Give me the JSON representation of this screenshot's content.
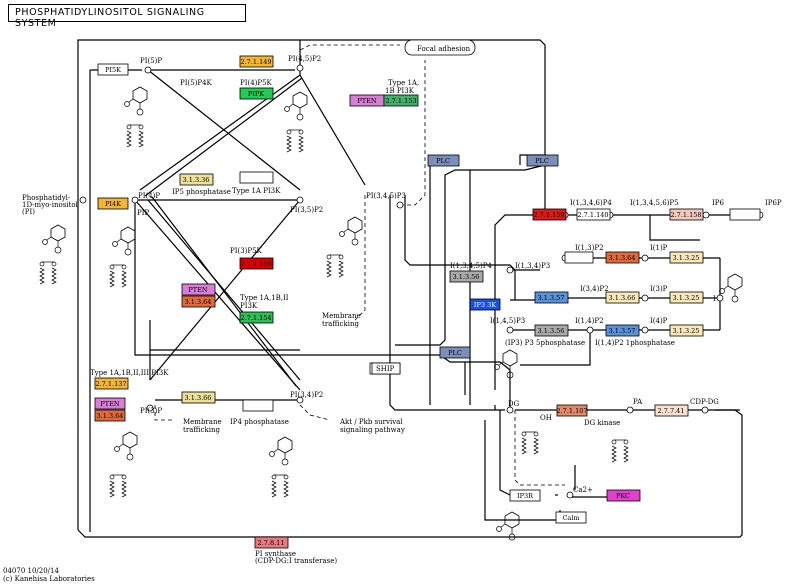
{
  "title": "PHOSPHATIDYLINOSITOL SIGNALING SYSTEM",
  "footer": {
    "code": "04070 10/20/14",
    "copyright": "(c) Kanehisa Laboratories"
  },
  "labels": {
    "pi5p": "PI(5)P",
    "pi45p2": "PI(4,5)P2",
    "focal_adhesion": "Focal adhesion",
    "pi5p4k": "PI(5)P4K",
    "pi4p5k": "PI(4)P5K",
    "type1a_1b": "Type 1A,",
    "type1a_1b_2": "1B PI3K",
    "ip5_phosphatase": "IP5 phosphatase",
    "type1a_pi3k": "Type 1A PI3K",
    "pi35p2": "PI(3,5)P2",
    "pi345p3": "PI(3,4,5)P3",
    "phosphatidyl_1": "Phosphatidyl-",
    "phosphatidyl_2": "1D-myo-inositol",
    "phosphatidyl_3": "(PI)",
    "pi4p": "PI(4)P",
    "pip": "PIP",
    "pi3p5k": "PI(3)P5K",
    "type1a1b2_1": "Type 1A,1B,II",
    "type1a1b2_2": "PI3K",
    "membrane_trafficking": "Membrane",
    "membrane_trafficking_2": "trafficking",
    "ship": "SHIP",
    "type_long": "Type 1A,1B,II,III PI3K",
    "pi3p": "PI(3)P",
    "pi34p2": "PI(3,4)P2",
    "ip4_phosphatase": "IP4 phosphatase",
    "akt_1": "Akt / Pkb survival",
    "akt_2": "signaling pathway",
    "i1346p4": "I(1,3,4,6)P4",
    "i13456p5": "I(1,3,4,5,6)P5",
    "ip6": "IP6",
    "ip6p": "IP6P",
    "i13p2": "I(1,3)P2",
    "i1p": "I(1)P",
    "i1345p4": "I(1,3,4,5)P4",
    "i134p3": "I(1,3,4)P3",
    "i34p2": "I(3,4)P2",
    "i3p": "I(3)P",
    "i": "I",
    "i145p3": "I(1,4,5)P3",
    "i14p2": "I(1,4)P2",
    "i4p": "I(4)P",
    "ip3_phosphatase": "(IP3) P3 5phosphatase",
    "i14p2_phosphatase": "I(1,4)P2 1phosphatase",
    "dg": "DG",
    "oh": "OH",
    "pa": "PA",
    "cdp_dg": "CDP-DG",
    "dg_kinase": "DG kinase",
    "ca2": "Ca2+",
    "pi_synthase_1": "PI synthase",
    "pi_synthase_2": "(CDP-DG:I transferase)"
  },
  "enzymes": {
    "pi5k": "PI5K",
    "e27149": "2.7.1.149",
    "pipk": "PIPK",
    "pten1": "PTEN",
    "e271153": "2.7.1.153",
    "plc1": "PLC",
    "plc2": "PLC",
    "e31336": "3.1.3.36",
    "pi4k": "PI4K",
    "e271150": "2.7.1.150",
    "pten2": "PTEN",
    "e31364a": "3.1.3.64",
    "e271154": "2.7.1.154",
    "e271137": "2.7.1.137",
    "pten3": "PTEN",
    "e31364b": "3.1.3.64",
    "e31366a": "3.1.3.66",
    "e271159": "2.7.1.159",
    "e271140": "2.7.1.140",
    "e271158": "2.7.1.158",
    "e31364c": "3.1.3.64",
    "e31325a": "3.1.3.25",
    "e31356a": "3.1.3.56",
    "e31357a": "3.1.3.57",
    "e31366b": "3.1.3.66",
    "e31325b": "3.1.3.25",
    "ip3_3k": "IP3 3K",
    "e31356b": "3.1.3.56",
    "e31357b": "3.1.3.57",
    "e31325c": "3.1.3.25",
    "plc3": "PLC",
    "e271107": "2.7.1.107",
    "e27741": "2.7.7.41",
    "ip3r": "IP3R",
    "pkc": "PKC",
    "calm": "Calm",
    "e27811": "2.7.8.11"
  }
}
